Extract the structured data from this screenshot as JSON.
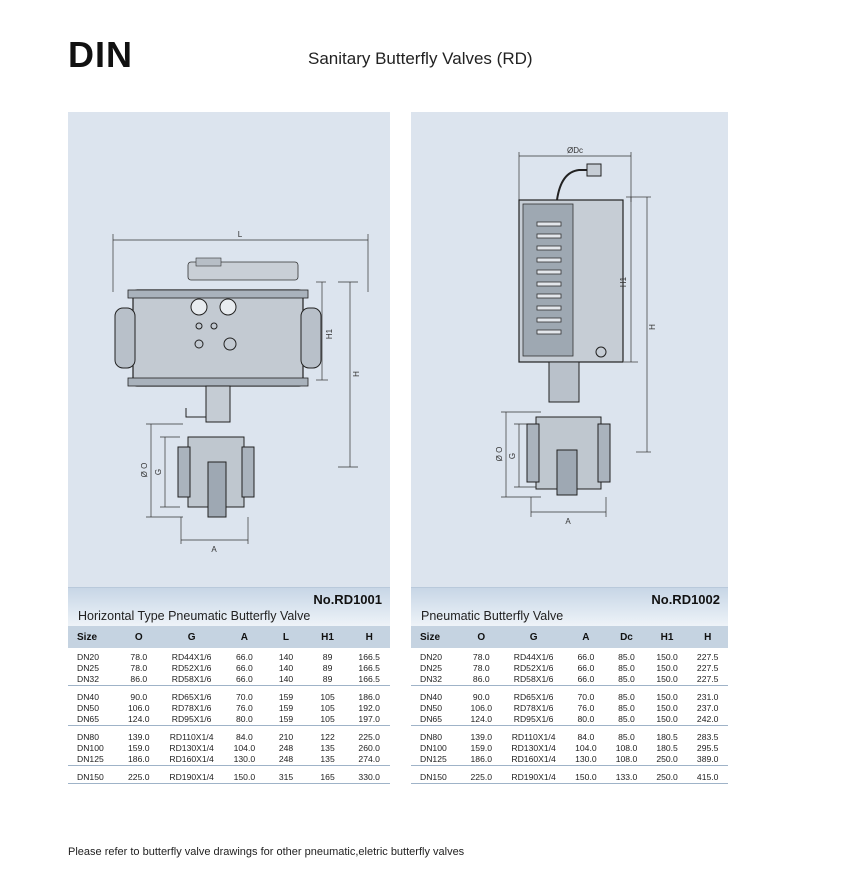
{
  "header": {
    "brand": "DIN",
    "title": "Sanitary Butterfly Valves (RD)"
  },
  "left": {
    "model_no": "No.RD1001",
    "caption": "Horizontal Type Pneumatic Butterfly Valve",
    "columns": [
      "Size",
      "O",
      "G",
      "A",
      "L",
      "H1",
      "H"
    ],
    "dim_labels": {
      "L": "L",
      "H1": "H1",
      "H": "H",
      "O": "Ø O",
      "G": "G",
      "A": "A"
    },
    "groups": [
      [
        [
          "DN20",
          "78.0",
          "RD44X1/6",
          "66.0",
          "140",
          "89",
          "166.5"
        ],
        [
          "DN25",
          "78.0",
          "RD52X1/6",
          "66.0",
          "140",
          "89",
          "166.5"
        ],
        [
          "DN32",
          "86.0",
          "RD58X1/6",
          "66.0",
          "140",
          "89",
          "166.5"
        ]
      ],
      [
        [
          "DN40",
          "90.0",
          "RD65X1/6",
          "70.0",
          "159",
          "105",
          "186.0"
        ],
        [
          "DN50",
          "106.0",
          "RD78X1/6",
          "76.0",
          "159",
          "105",
          "192.0"
        ],
        [
          "DN65",
          "124.0",
          "RD95X1/6",
          "80.0",
          "159",
          "105",
          "197.0"
        ]
      ],
      [
        [
          "DN80",
          "139.0",
          "RD110X1/4",
          "84.0",
          "210",
          "122",
          "225.0"
        ],
        [
          "DN100",
          "159.0",
          "RD130X1/4",
          "104.0",
          "248",
          "135",
          "260.0"
        ],
        [
          "DN125",
          "186.0",
          "RD160X1/4",
          "130.0",
          "248",
          "135",
          "274.0"
        ]
      ],
      [
        [
          "DN150",
          "225.0",
          "RD190X1/4",
          "150.0",
          "315",
          "165",
          "330.0"
        ]
      ]
    ]
  },
  "right": {
    "model_no": "No.RD1002",
    "caption": "Pneumatic Butterfly Valve",
    "columns": [
      "Size",
      "O",
      "G",
      "A",
      "Dc",
      "H1",
      "H"
    ],
    "dim_labels": {
      "Dc": "ØDc",
      "H1": "H1",
      "H": "H",
      "O": "Ø O",
      "G": "G",
      "A": "A"
    },
    "groups": [
      [
        [
          "DN20",
          "78.0",
          "RD44X1/6",
          "66.0",
          "85.0",
          "150.0",
          "227.5"
        ],
        [
          "DN25",
          "78.0",
          "RD52X1/6",
          "66.0",
          "85.0",
          "150.0",
          "227.5"
        ],
        [
          "DN32",
          "86.0",
          "RD58X1/6",
          "66.0",
          "85.0",
          "150.0",
          "227.5"
        ]
      ],
      [
        [
          "DN40",
          "90.0",
          "RD65X1/6",
          "70.0",
          "85.0",
          "150.0",
          "231.0"
        ],
        [
          "DN50",
          "106.0",
          "RD78X1/6",
          "76.0",
          "85.0",
          "150.0",
          "237.0"
        ],
        [
          "DN65",
          "124.0",
          "RD95X1/6",
          "80.0",
          "85.0",
          "150.0",
          "242.0"
        ]
      ],
      [
        [
          "DN80",
          "139.0",
          "RD110X1/4",
          "84.0",
          "85.0",
          "180.5",
          "283.5"
        ],
        [
          "DN100",
          "159.0",
          "RD130X1/4",
          "104.0",
          "108.0",
          "180.5",
          "295.5"
        ],
        [
          "DN125",
          "186.0",
          "RD160X1/4",
          "130.0",
          "108.0",
          "250.0",
          "389.0"
        ]
      ],
      [
        [
          "DN150",
          "225.0",
          "RD190X1/4",
          "150.0",
          "133.0",
          "250.0",
          "415.0"
        ]
      ]
    ]
  },
  "footnote": "Please refer to butterfly valve drawings for other pneumatic,eletric butterfly valves"
}
